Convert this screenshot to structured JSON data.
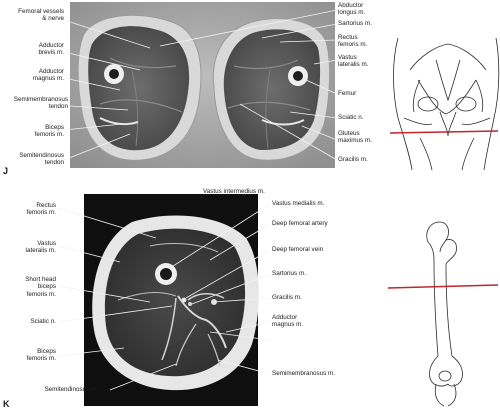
{
  "panels": {
    "j": {
      "letter": "J",
      "labels_left": {
        "femoral_vessels": "Femoral vessels\n& nerve",
        "adductor_brevis": "Adductor\nbrevis m.",
        "adductor_magnus": "Adductor\nmagnus m.",
        "semimembranosus_tendon": "Semimembranosus\ntendon",
        "biceps_femoris": "Biceps\nfemoris m.",
        "semitendinosus_tendon": "Semitendinosus\ntendon"
      },
      "labels_right": {
        "adductor_longus": "Abductor\nlongus m.",
        "sartorius": "Sartorius m.",
        "rectus_femoris": "Rectus\nfemoris m.",
        "vastus_lateralis": "Vastus\nlateralis m.",
        "femur": "Femur",
        "sciatic": "Sciatic n.",
        "gluteus_maximus": "Gluteus\nmaximus m.",
        "gracilis": "Gracilis m."
      }
    },
    "k": {
      "letter": "K",
      "labels_top": {
        "vastus_intermedius": "Vastus intermedius m."
      },
      "labels_left": {
        "rectus_femoris": "Rectus\nfemoris m.",
        "vastus_lateralis": "Vastus\nlateralis m.",
        "short_head_biceps": "Short head\nbiceps\nfemoris m.",
        "sciatic": "Sciatic n.",
        "biceps_femoris": "Biceps\nfemoris m.",
        "semitendinosus": "Semitendinosus m."
      },
      "labels_right": {
        "vastus_medialis": "Vastus medialis m.",
        "deep_femoral_artery": "Deep femoral artery",
        "deep_femoral_vein": "Deep femoral vein",
        "sartorius": "Sartorius m.",
        "gracilis": "Gracilis m.",
        "adductor_magnus": "Adductor\nmagnus m.",
        "semimembranosus": "Semimembranosus m."
      }
    }
  },
  "colors": {
    "orientation_line": "#c0262b",
    "leader_line": "#f2f2f2",
    "mri_background": "#0f0f0f"
  }
}
